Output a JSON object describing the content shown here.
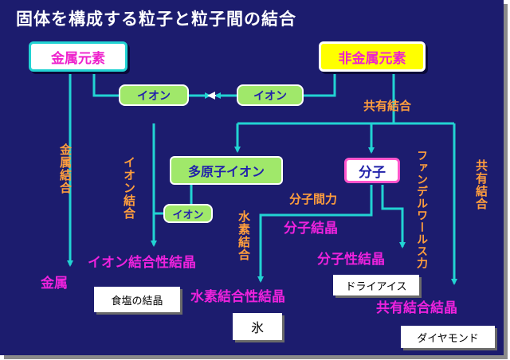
{
  "title": "固体を構成する粒子と粒子間の結合",
  "nodes": {
    "metal_element": "金属元素",
    "nonmetal_element": "非金属元素",
    "ion_left": "イオン",
    "ion_right": "イオン",
    "polyatomic_ion": "多原子イオン",
    "ion_small": "イオン",
    "molecule": "分子"
  },
  "bond_labels": {
    "metallic_bond": "金属結合",
    "ionic_bond": "イオン結合",
    "covalent_bond_top": "共有結合",
    "covalent_bond_side": "共有結合",
    "intermolecular_force": "分子間力",
    "hydrogen_bond": "水素結合",
    "van_der_waals": "ファンデルワールス力"
  },
  "crystals": {
    "metal": "金属",
    "ionic": "イオン結合性結晶",
    "molecular_crystal": "分子結晶",
    "molecular": "分子性結晶",
    "hydrogen_bonded": "水素結合性結晶",
    "covalent": "共有結合結晶"
  },
  "examples": {
    "salt": "食塩の結晶",
    "dry_ice": "ドライアイス",
    "ice": "氷",
    "diamond": "ダイヤモンド"
  },
  "colors": {
    "background": "#1c1c6e",
    "line": "#22d3d3",
    "orange_label": "#ff9e3d",
    "magenta_label": "#ee22dd",
    "pill_green": "#a0e86a",
    "nonmetal_box": "#ffff00"
  }
}
